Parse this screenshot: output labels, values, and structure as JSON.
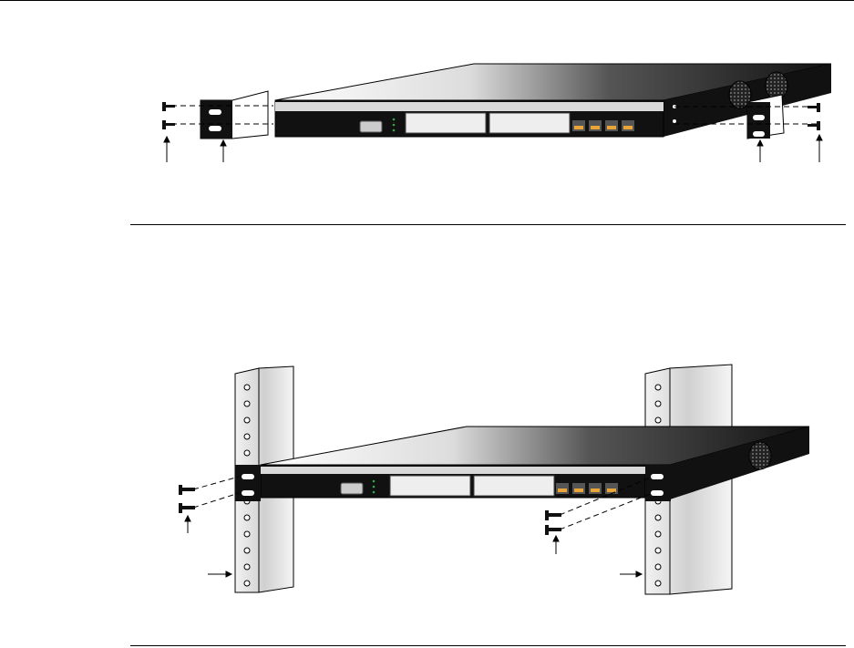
{
  "figure1": {
    "callouts": [
      "screw",
      "bracket",
      "bracket",
      "screw"
    ]
  },
  "figure2": {
    "callouts": [
      "screw",
      "screw",
      "rack-rail",
      "rack-rail"
    ]
  },
  "colors": {
    "chassis": "#111111",
    "faceplate": "#d9d9d9",
    "sfp_port": "#e7a53a",
    "rail": "#e6e6e6",
    "led": "#2ea84a"
  },
  "icons": [
    "screw-icon",
    "bracket-icon",
    "rj45-port-icon",
    "sfp-port-icon",
    "console-port-icon",
    "fan-vent-icon",
    "arrow-up-icon",
    "arrow-right-icon"
  ]
}
